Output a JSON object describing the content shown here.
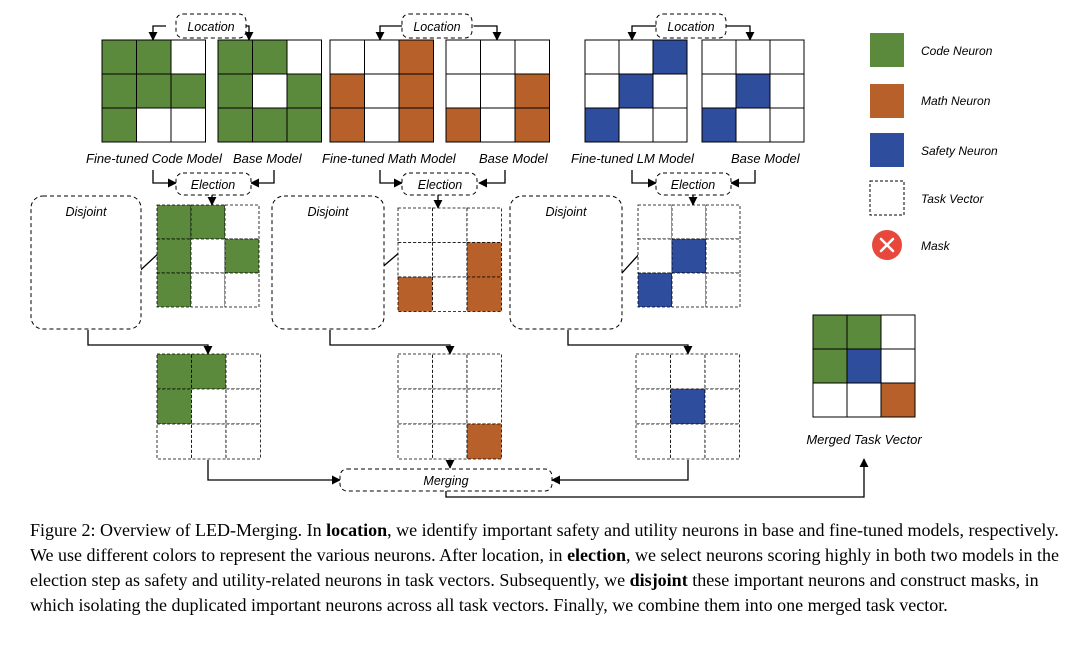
{
  "labels": {
    "location": "Location",
    "election": "Election",
    "disjoint": "Disjoint",
    "merging": "Merging",
    "merged_task_vector": "Merged Task Vector",
    "ft_code_model": "Fine-tuned Code Model",
    "base_model": "Base Model",
    "ft_math_model": "Fine-tuned  Math Model",
    "ft_lm_model": "Fine-tuned LM Model"
  },
  "legend": [
    {
      "label": "Code Neuron",
      "color": "#5b8a3c",
      "kind": "solid"
    },
    {
      "label": "Math Neuron",
      "color": "#b8602a",
      "kind": "solid"
    },
    {
      "label": "Safety Neuron",
      "color": "#2e4d9c",
      "kind": "solid"
    },
    {
      "label": "Task Vector",
      "color": "#ffffff",
      "kind": "dashed"
    },
    {
      "label": "Mask",
      "color": "#e8483c",
      "kind": "mask"
    }
  ],
  "colors": {
    "code": "#5b8a3c",
    "math": "#b8602a",
    "safety": "#2e4d9c",
    "mask": "#e8483c"
  },
  "caption": {
    "p1": "Figure 2: Overview of LED-Merging. In ",
    "b1": "location",
    "p2": ", we identify important safety and utility neurons in base and fine-tuned models, respectively. We use different colors to represent the various neurons. After location, in ",
    "b2": "election",
    "p3": ", we select neurons scoring highly in both two models in the election step as safety and utility-related neurons in task vectors. Subsequently, we ",
    "b3": "disjoint",
    "p4": " these important neurons and construct masks, in which isolating the duplicated important neurons across all task vectors. Finally, we combine them into one merged task vector."
  }
}
